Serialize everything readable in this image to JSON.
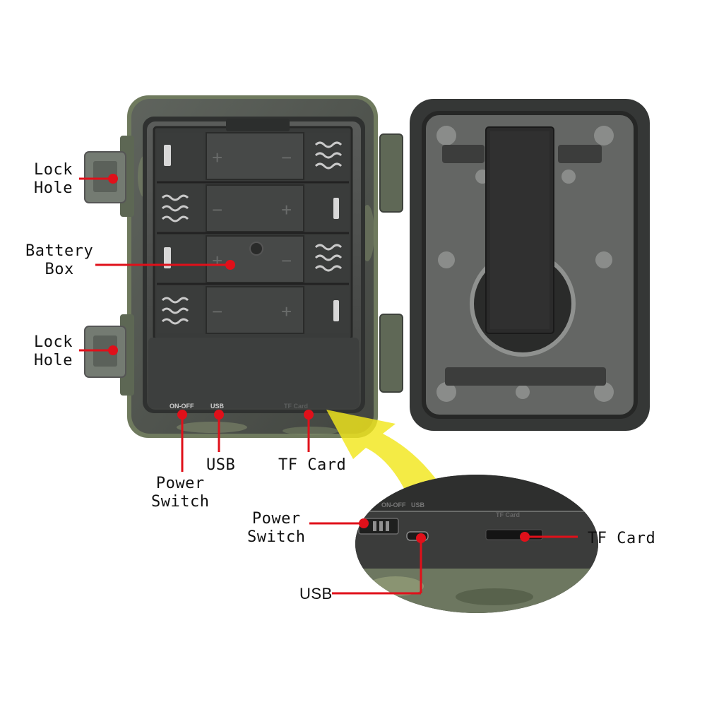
{
  "labels": {
    "lock_hole_top": [
      "Lock",
      "Hole"
    ],
    "battery_box": [
      "Battery",
      "Box"
    ],
    "lock_hole_bottom": [
      "Lock",
      "Hole"
    ],
    "power_switch_main": [
      "Power",
      "Switch"
    ],
    "usb_main": "USB",
    "tf_card_main": "TF Card",
    "power_switch_zoom": [
      "Power",
      "Switch"
    ],
    "usb_zoom": "USB",
    "tf_card_zoom": "TF Card"
  },
  "device_print": {
    "on_off": "ON-OFF",
    "usb": "USB",
    "tf_card": "TF Card"
  },
  "battery_polarity": [
    "+",
    "−",
    "−",
    "+",
    "+",
    "−",
    "−",
    "+"
  ],
  "colors": {
    "callout": "#e0101a",
    "housing": "#4a4d4b",
    "camo": "#6f7a5e",
    "arrow": "#f2e61c",
    "strap": "#2b2b2b"
  }
}
